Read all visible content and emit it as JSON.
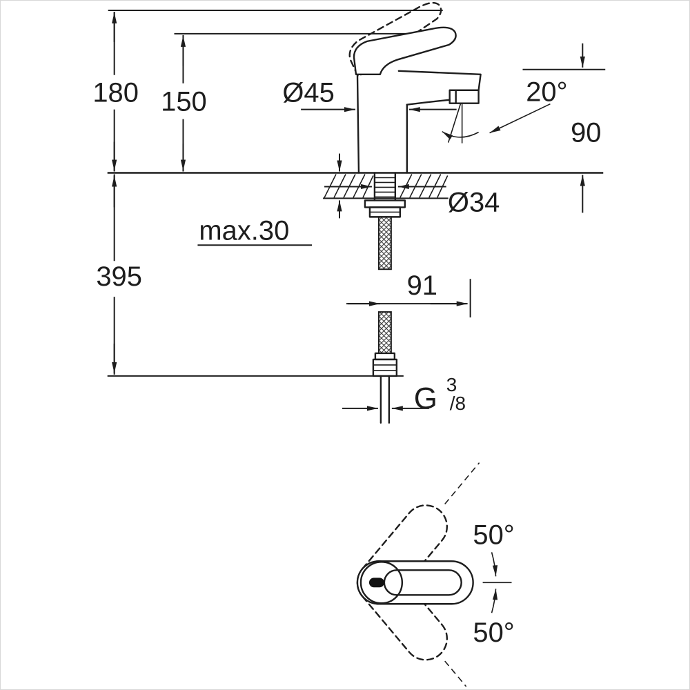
{
  "page": {
    "background": "#ffffff",
    "line_color": "#1d1d1d",
    "drawing_type": "single-lever-basin-mixer-dimensional-drawing"
  },
  "dims": {
    "overall_height": "180",
    "handle_top_height": "150",
    "body_diameter": "Ø45",
    "spout_angle": "20°",
    "spout_outlet_height": "90",
    "shank_diameter": "Ø34",
    "max_mounting_thickness": "max.30",
    "below_counter_length": "395",
    "outlet_offset": "91",
    "thread": {
      "prefix": "G",
      "numerator": "3",
      "denominator": "/8"
    },
    "swivel_up": "50°",
    "swivel_down": "50°"
  }
}
